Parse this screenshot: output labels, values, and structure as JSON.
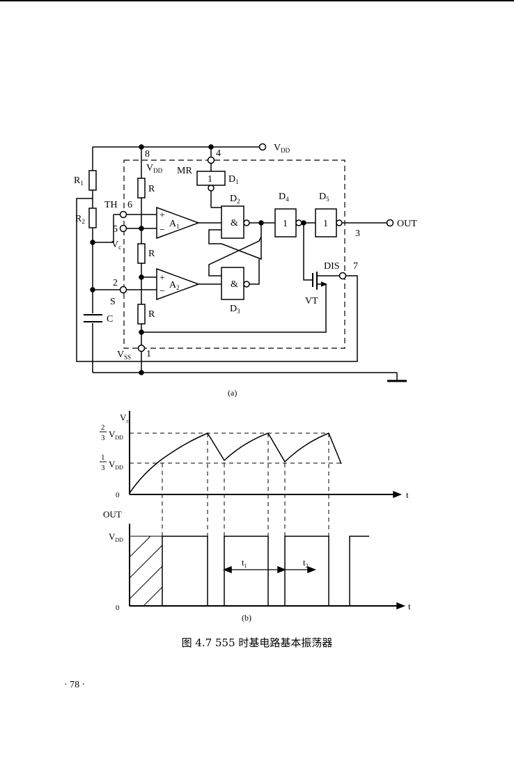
{
  "circuit": {
    "labels": {
      "vdd_top": "V",
      "vdd_top_sub": "DD",
      "pin8": "8",
      "pin4": "4",
      "vdd_inner": "V",
      "vdd_inner_sub": "DD",
      "mr": "MR",
      "d1": "D",
      "d1_sub": "1",
      "d1_gate": "1",
      "d2": "D",
      "d2_sub": "2",
      "d3": "D",
      "d3_sub": "3",
      "d4": "D",
      "d4_sub": "4",
      "d5": "D",
      "d5_sub": "5",
      "gate_and": "&",
      "gate_not": "1",
      "r1": "R",
      "r1_sub": "1",
      "r2": "R",
      "r2_sub": "2",
      "r": "R",
      "th": "TH",
      "pin6": "6",
      "pin5": "5",
      "vc": "V",
      "vc_sub": "c",
      "pin2": "2",
      "s": "S",
      "c": "C",
      "a1": "A",
      "a1_sub": "1",
      "a2": "A",
      "a2_sub": "2",
      "plus": "+",
      "minus": "−",
      "out": "OUT",
      "pin3": "3",
      "dis": "DIS",
      "pin7": "7",
      "vt": "VT",
      "vss": "V",
      "vss_sub": "SS",
      "pin1": "1",
      "caption_a": "(a)"
    }
  },
  "waveform": {
    "vc_axis": "V",
    "vc_axis_sub": "c",
    "level_high_num": "2",
    "level_high_den": "3",
    "level_high_v": "V",
    "level_high_sub": "DD",
    "level_low_num": "1",
    "level_low_den": "3",
    "level_low_v": "V",
    "level_low_sub": "DD",
    "zero": "0",
    "t_axis": "t",
    "out_axis": "OUT",
    "vdd_level": "V",
    "vdd_level_sub": "DD",
    "t1": "t",
    "t1_sub": "1",
    "t2": "t",
    "t2_sub": "2",
    "caption_b": "(b)"
  },
  "figure_caption": "图 4.7   555 时基电路基本振荡器",
  "page_number": "· 78 ·"
}
